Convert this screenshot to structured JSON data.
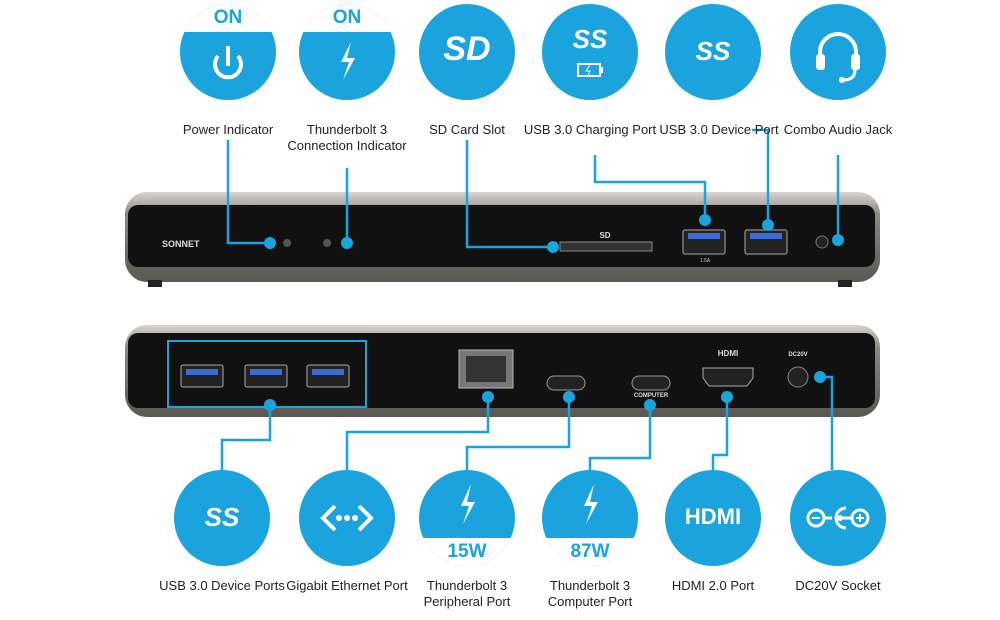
{
  "accent_color": "#1aa3dc",
  "front_panel": {
    "brand": "SONNET",
    "sd_label": "SD",
    "charging_marking": "1.5A",
    "callouts": [
      {
        "label": "Power Indicator",
        "badge": "ON",
        "icon": "power-icon"
      },
      {
        "label": "Thunderbolt 3 Connection Indicator",
        "badge": "ON",
        "icon": "thunderbolt-icon"
      },
      {
        "label": "SD Card Slot",
        "icon": "sd-card-icon",
        "icon_text": "SD"
      },
      {
        "label": "USB 3.0 Charging Port",
        "icon": "usb-ss-battery-icon",
        "icon_text": "SS"
      },
      {
        "label": "USB 3.0 Device Port",
        "icon": "usb-ss-icon",
        "icon_text": "SS"
      },
      {
        "label": "Combo Audio Jack",
        "icon": "headset-icon"
      }
    ]
  },
  "back_panel": {
    "hdmi_label": "HDMI",
    "computer_label": "COMPUTER",
    "dc_label": "DC20V",
    "callouts": [
      {
        "label": "USB 3.0 Device Ports",
        "icon": "usb-ss-icon",
        "icon_text": "SS"
      },
      {
        "label": "Gigabit Ethernet Port",
        "icon": "ethernet-icon"
      },
      {
        "label": "Thunderbolt 3 Peripheral Port",
        "badge": "15W",
        "icon": "thunderbolt-icon"
      },
      {
        "label": "Thunderbolt 3 Computer Port",
        "badge": "87W",
        "icon": "thunderbolt-icon"
      },
      {
        "label": "HDMI 2.0 Port",
        "icon": "hdmi-icon",
        "icon_text": "HDMI"
      },
      {
        "label": "DC20V Socket",
        "icon": "dc-polarity-icon"
      }
    ]
  }
}
